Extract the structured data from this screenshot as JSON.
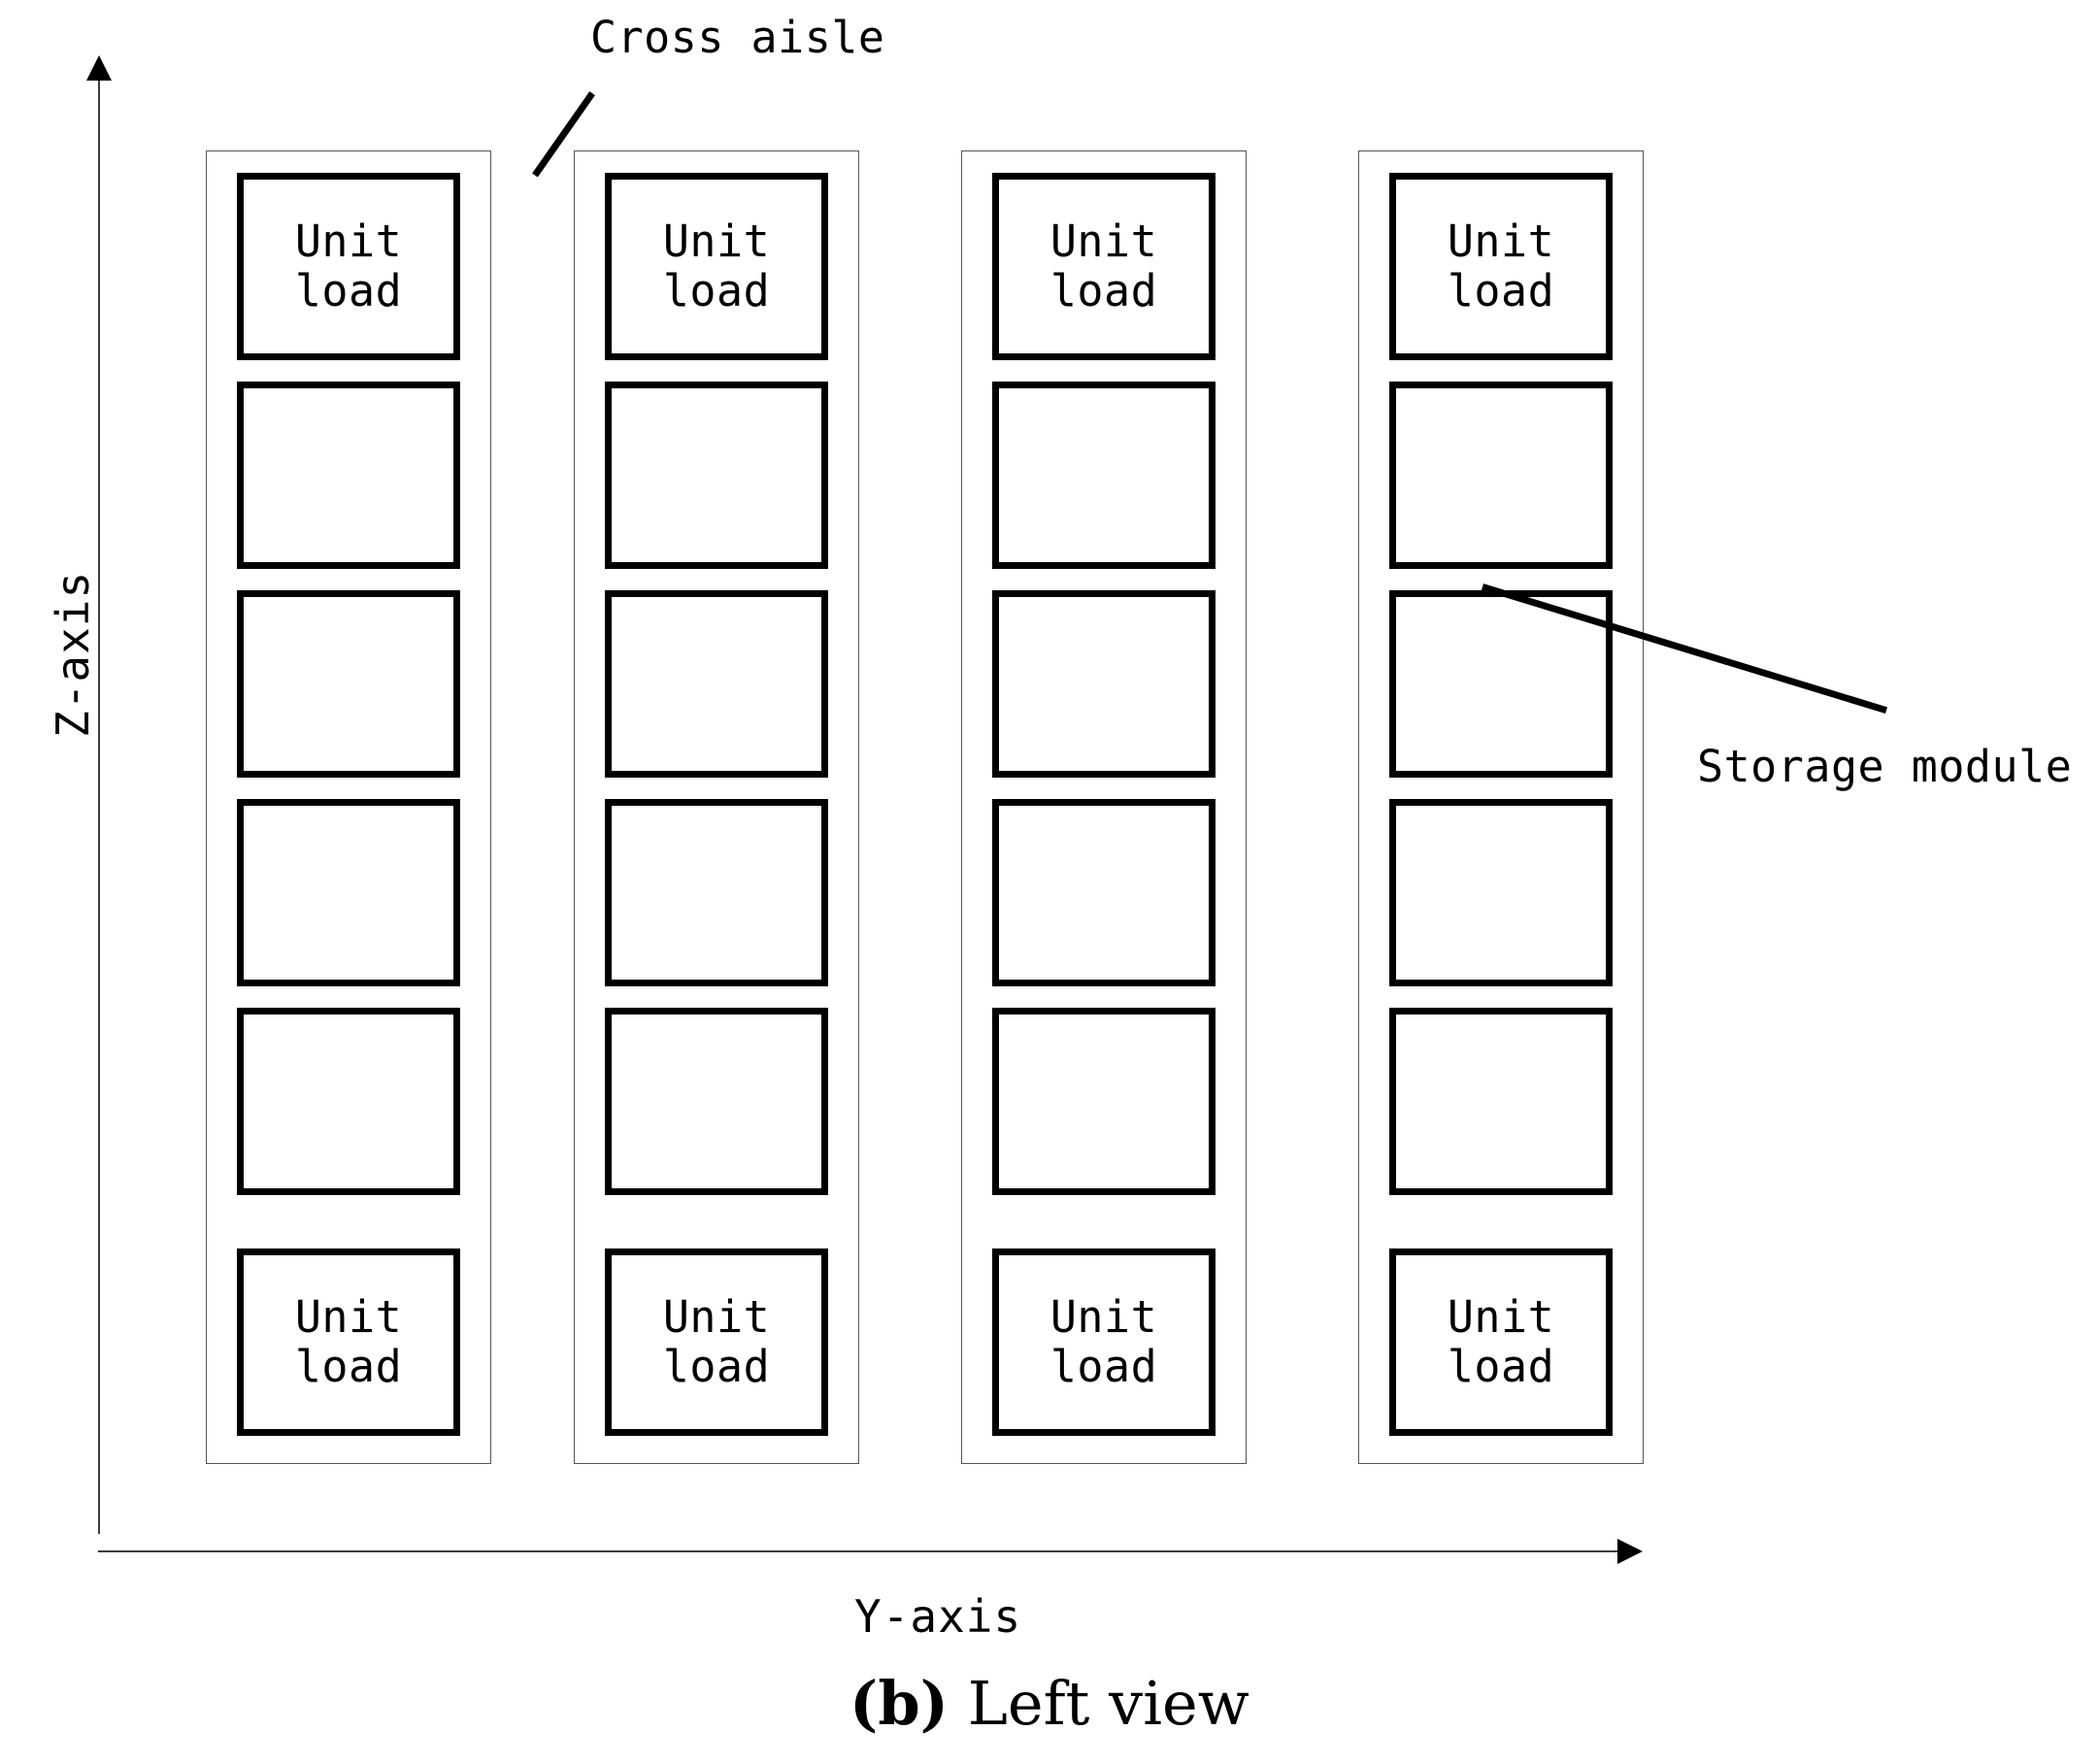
{
  "figure": {
    "caption_prefix": "(b)",
    "caption_text": " Left view",
    "caption_full": "(b) Left view"
  },
  "axes": {
    "vertical": {
      "label": "Z-axis",
      "direction": "up"
    },
    "horizontal": {
      "label": "Y-axis",
      "direction": "right"
    }
  },
  "annotations": [
    {
      "id": "cross-aisle",
      "label": "Cross aisle"
    },
    {
      "id": "storage-module",
      "label": "Storage module"
    }
  ],
  "diagram": {
    "unit_load_label_line1": "Unit",
    "unit_load_label_line2": "load",
    "racks": [
      {
        "id": "rack-1",
        "cells": [
          {
            "filled": true,
            "line1": "Unit",
            "line2": "load"
          },
          {
            "filled": false,
            "line1": "",
            "line2": ""
          },
          {
            "filled": false,
            "line1": "",
            "line2": ""
          },
          {
            "filled": false,
            "line1": "",
            "line2": ""
          },
          {
            "filled": false,
            "line1": "",
            "line2": ""
          },
          {
            "filled": true,
            "line1": "Unit",
            "line2": "load"
          }
        ]
      },
      {
        "id": "rack-2",
        "cells": [
          {
            "filled": true,
            "line1": "Unit",
            "line2": "load"
          },
          {
            "filled": false,
            "line1": "",
            "line2": ""
          },
          {
            "filled": false,
            "line1": "",
            "line2": ""
          },
          {
            "filled": false,
            "line1": "",
            "line2": ""
          },
          {
            "filled": false,
            "line1": "",
            "line2": ""
          },
          {
            "filled": true,
            "line1": "Unit",
            "line2": "load"
          }
        ]
      },
      {
        "id": "rack-3",
        "cells": [
          {
            "filled": true,
            "line1": "Unit",
            "line2": "load"
          },
          {
            "filled": false,
            "line1": "",
            "line2": ""
          },
          {
            "filled": false,
            "line1": "",
            "line2": ""
          },
          {
            "filled": false,
            "line1": "",
            "line2": ""
          },
          {
            "filled": false,
            "line1": "",
            "line2": ""
          },
          {
            "filled": true,
            "line1": "Unit",
            "line2": "load"
          }
        ]
      },
      {
        "id": "rack-4",
        "cells": [
          {
            "filled": true,
            "line1": "Unit",
            "line2": "load"
          },
          {
            "filled": false,
            "line1": "",
            "line2": ""
          },
          {
            "filled": false,
            "line1": "",
            "line2": ""
          },
          {
            "filled": false,
            "line1": "",
            "line2": ""
          },
          {
            "filled": false,
            "line1": "",
            "line2": ""
          },
          {
            "filled": true,
            "line1": "Unit",
            "line2": "load"
          }
        ]
      }
    ]
  },
  "colors": {
    "stroke": "#000000",
    "rack_outline": "#555555",
    "axis": "#3d3d3d",
    "background": "#ffffff"
  }
}
